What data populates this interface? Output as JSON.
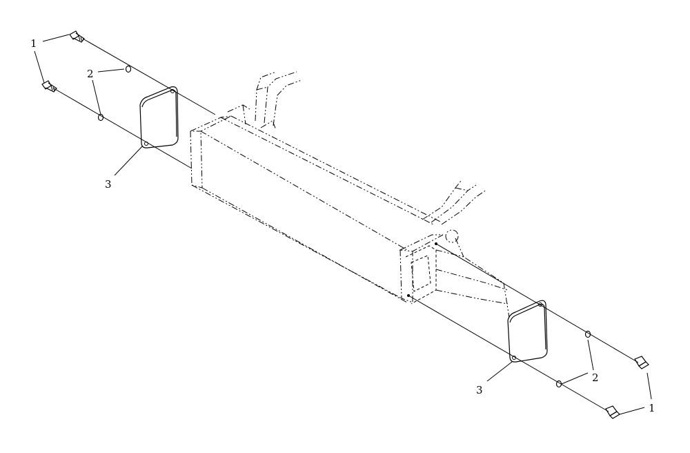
{
  "callouts": {
    "bolt_label": "1",
    "washer_label": "2",
    "plate_label": "3"
  },
  "colors": {
    "line": "#000000",
    "background": "#ffffff"
  }
}
